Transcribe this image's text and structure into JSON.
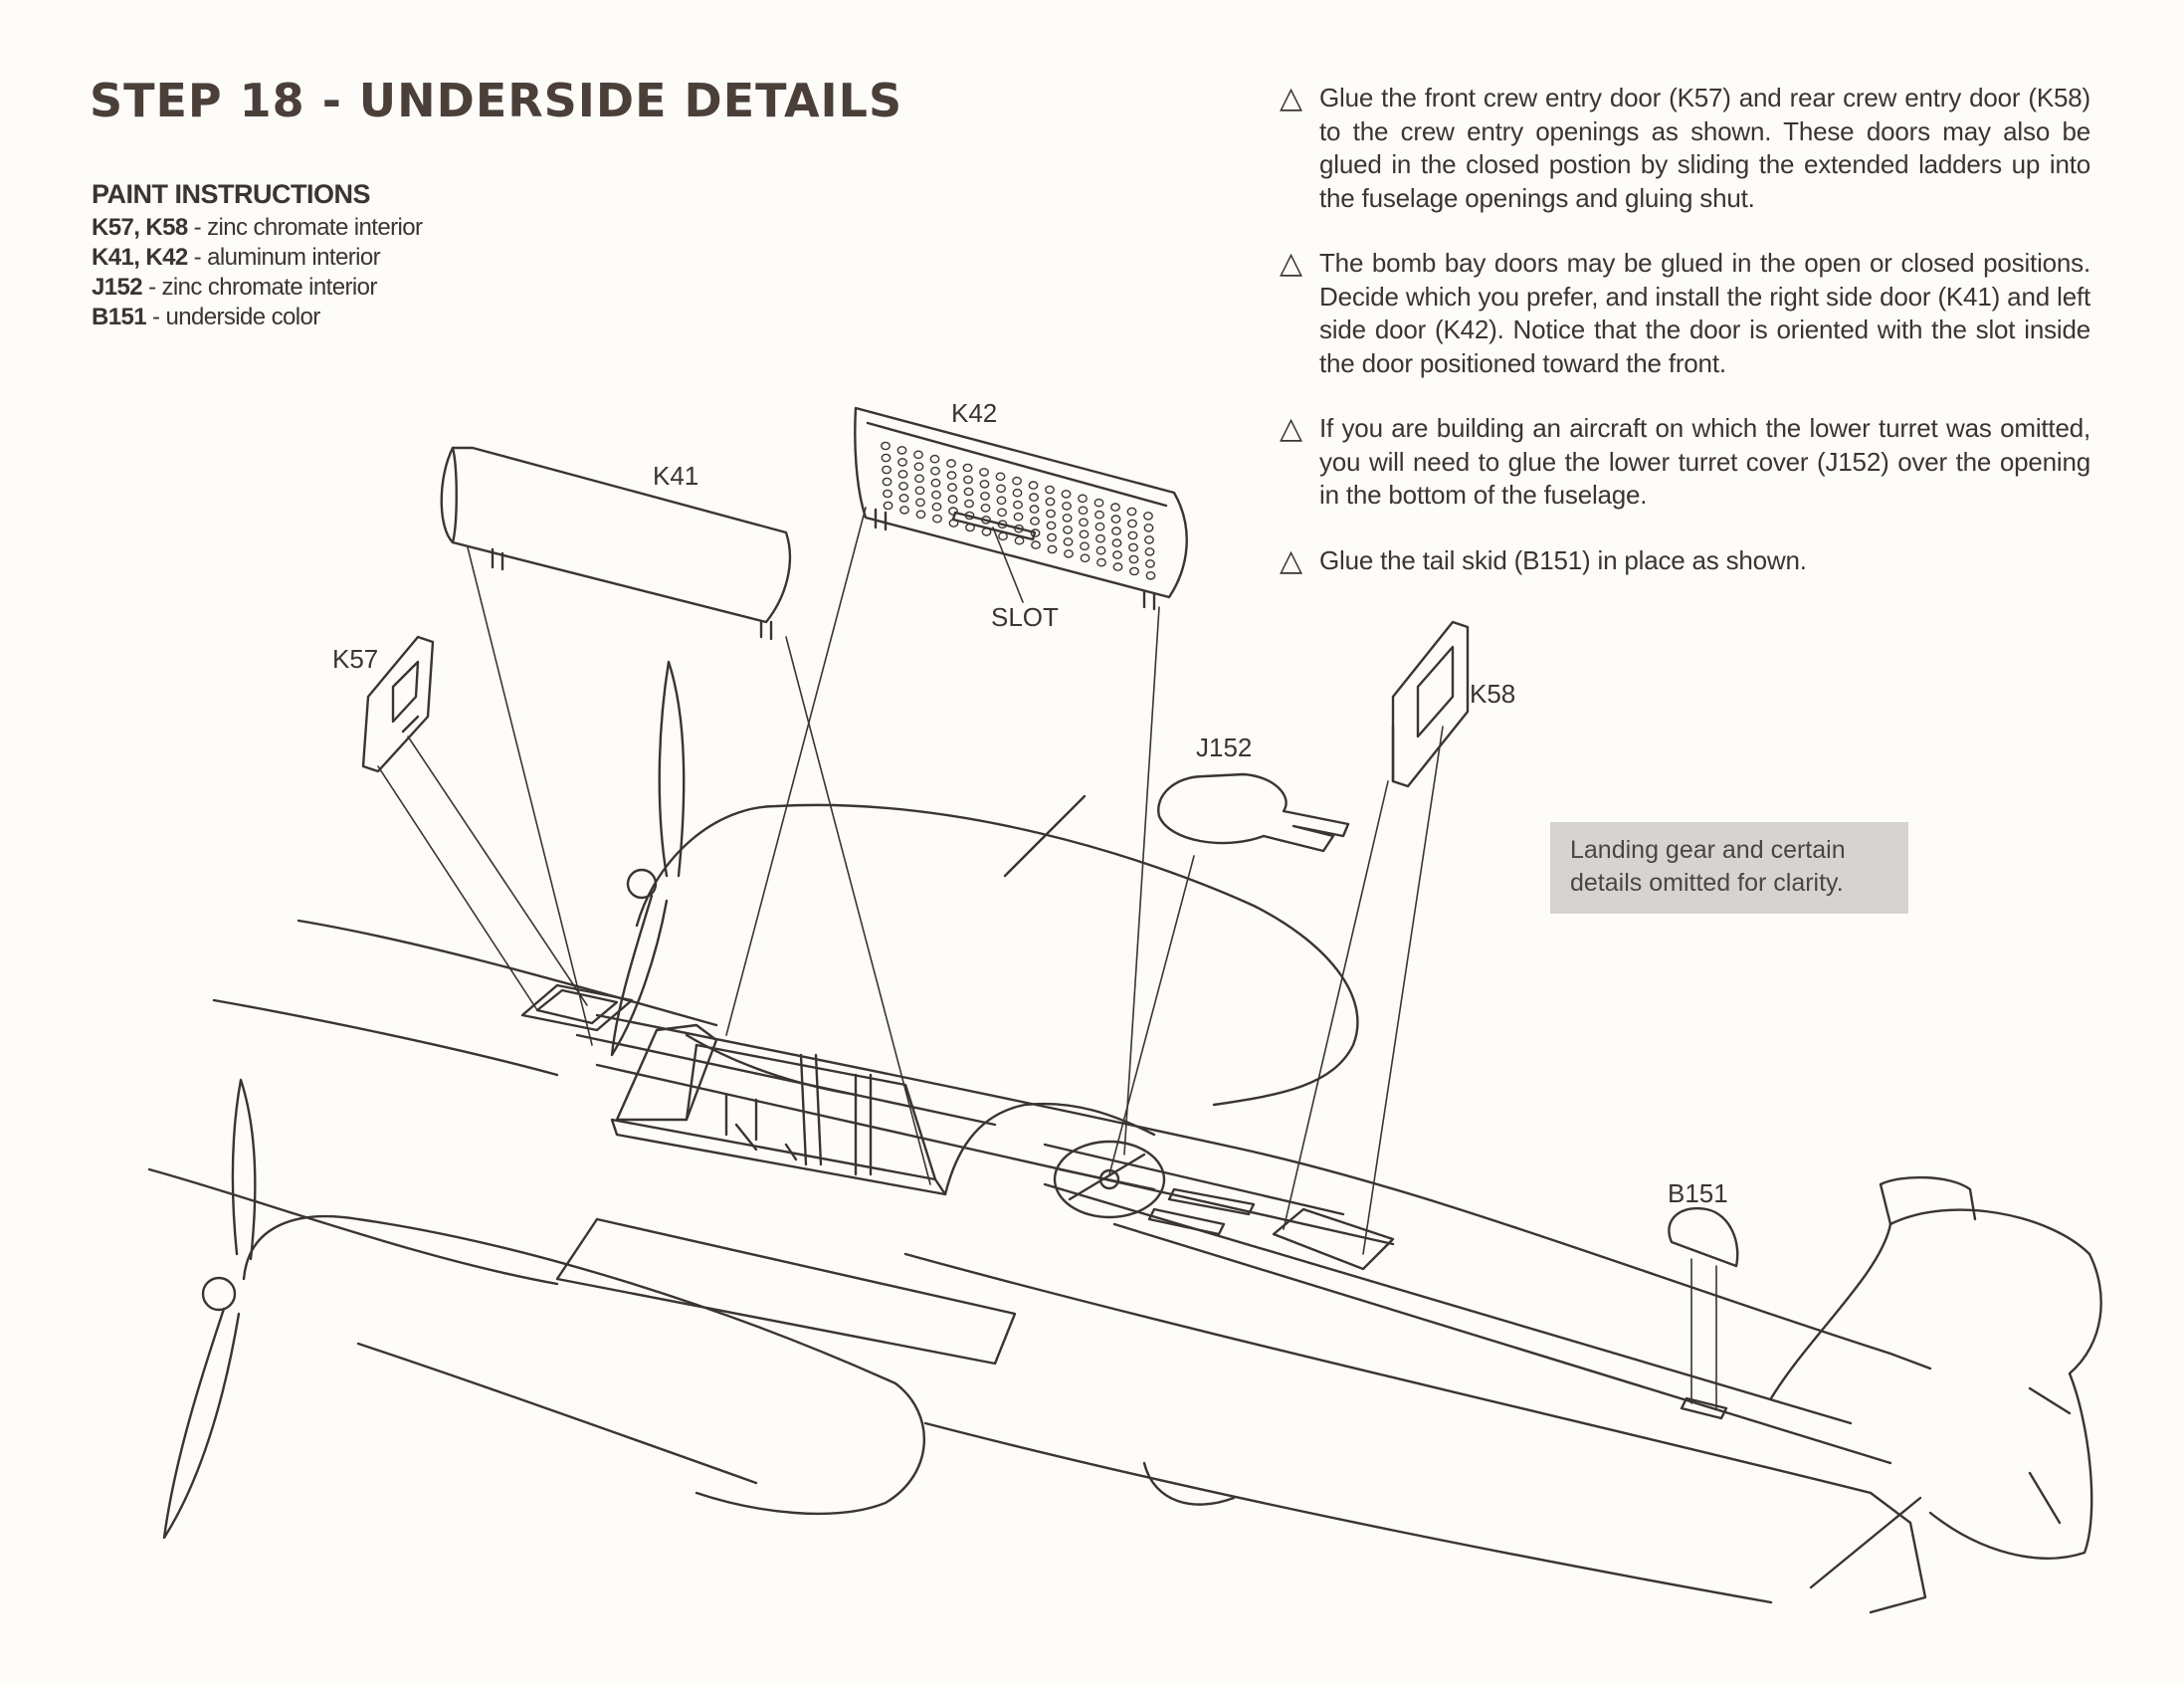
{
  "title": "STEP 18 - UNDERSIDE DETAILS",
  "paint": {
    "heading": "PAINT INSTRUCTIONS",
    "items": [
      {
        "parts": "K57, K58",
        "desc": " - zinc chromate interior"
      },
      {
        "parts": "K41, K42",
        "desc": " - aluminum interior"
      },
      {
        "parts": "J152",
        "desc": " - zinc chromate interior"
      },
      {
        "parts": "B151",
        "desc": " - underside color"
      }
    ]
  },
  "instructions": [
    "Glue the front crew entry door (K57) and rear crew entry door (K58) to the crew entry openings as shown.  These doors may also be glued in the closed postion by sliding the extended ladders up into the fuselage openings and gluing shut.",
    "The bomb bay doors may be glued in the open or closed positions.  Decide which you prefer, and install the right side door (K41) and left side door (K42).  Notice that the door is oriented with the slot inside the door positioned toward the front.",
    "If you are building an aircraft on which the lower turret was omitted, you will need to glue the lower turret cover (J152) over the opening in the bottom of the fuselage.",
    "Glue the tail skid (B151) in place as shown."
  ],
  "note": "Landing gear and certain details omitted for clarity.",
  "labels": {
    "k41": "K41",
    "k42": "K42",
    "k57": "K57",
    "k58": "K58",
    "j152": "J152",
    "b151": "B151",
    "slot": "SLOT"
  },
  "icons": {
    "bullet": "warning-triangle-icon"
  },
  "colors": {
    "ink": "#3a3530",
    "paper": "#fdfcf8",
    "note_bg": "#d6d4d0"
  }
}
